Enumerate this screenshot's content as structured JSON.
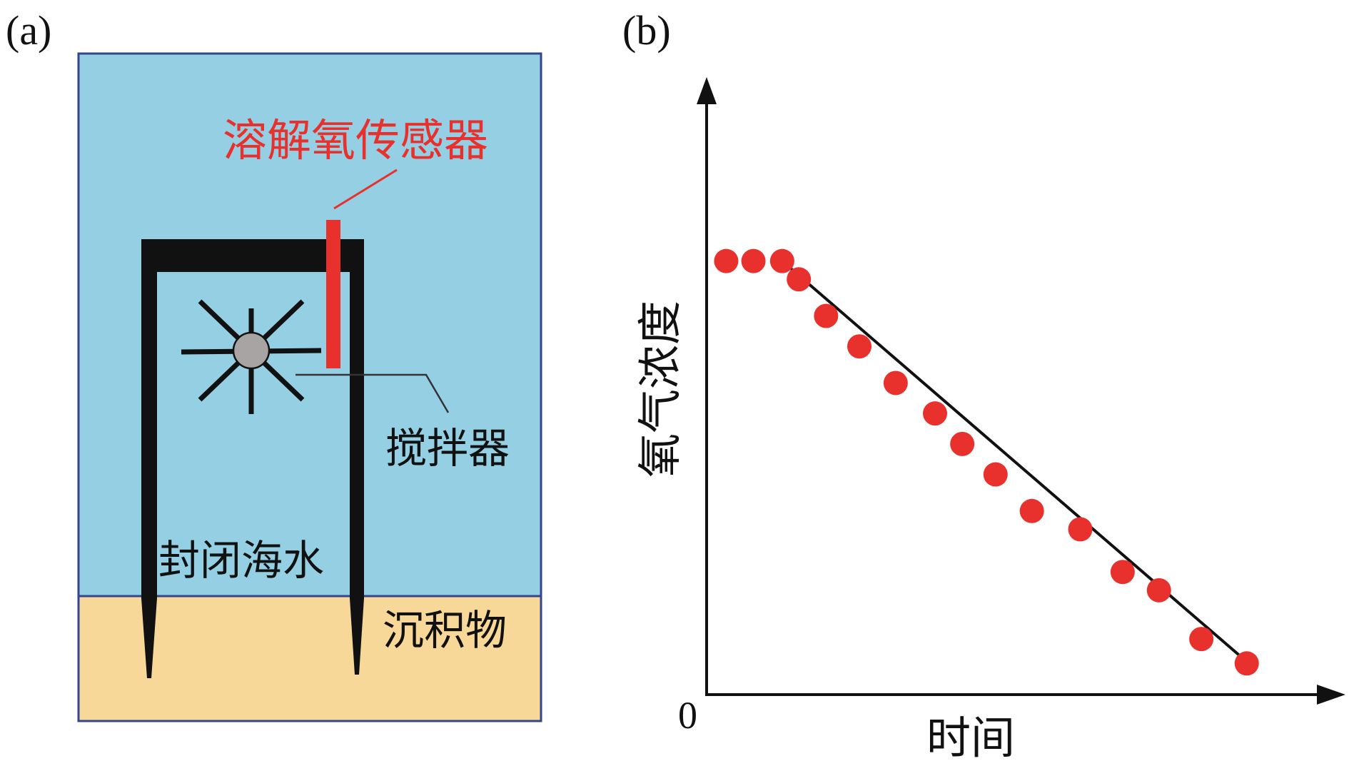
{
  "panel_a": {
    "label": "(a)",
    "sensor_label": "溶解氧传感器",
    "stirrer_label": "搅拌器",
    "water_label": "封闭海水",
    "sediment_label": "沉积物"
  },
  "panel_b": {
    "label": "(b)",
    "y_axis_label": "氧气浓度",
    "x_axis_label": "时间",
    "origin_label": "0"
  },
  "colors": {
    "seawater": "#94cfe3",
    "sediment": "#f8d898",
    "sensor": "#e8312c",
    "points": "#e8312c",
    "frame": "#111111",
    "stirrer_hub": "#a8a4a4"
  },
  "chart_data": {
    "type": "scatter",
    "title": "",
    "xlabel": "时间",
    "ylabel": "氧气浓度",
    "xlim": [
      0,
      20
    ],
    "ylim": [
      0,
      10
    ],
    "grid": false,
    "x_ticks": [
      "0"
    ],
    "series": [
      {
        "points": [
          [
            0.6,
            7.1
          ],
          [
            1.5,
            7.1
          ],
          [
            2.45,
            7.1
          ],
          [
            3.0,
            6.8
          ],
          [
            3.9,
            6.2
          ],
          [
            5.0,
            5.7
          ],
          [
            6.2,
            5.1
          ],
          [
            7.5,
            4.6
          ],
          [
            8.4,
            4.1
          ],
          [
            9.5,
            3.6
          ],
          [
            10.7,
            3.0
          ],
          [
            12.3,
            2.7
          ],
          [
            13.7,
            2.0
          ],
          [
            14.9,
            1.7
          ],
          [
            16.3,
            0.9
          ],
          [
            17.8,
            0.5
          ]
        ]
      }
    ],
    "trend_line": {
      "x": [
        2.45,
        18.1
      ],
      "y": [
        7.1,
        0.4
      ]
    }
  }
}
